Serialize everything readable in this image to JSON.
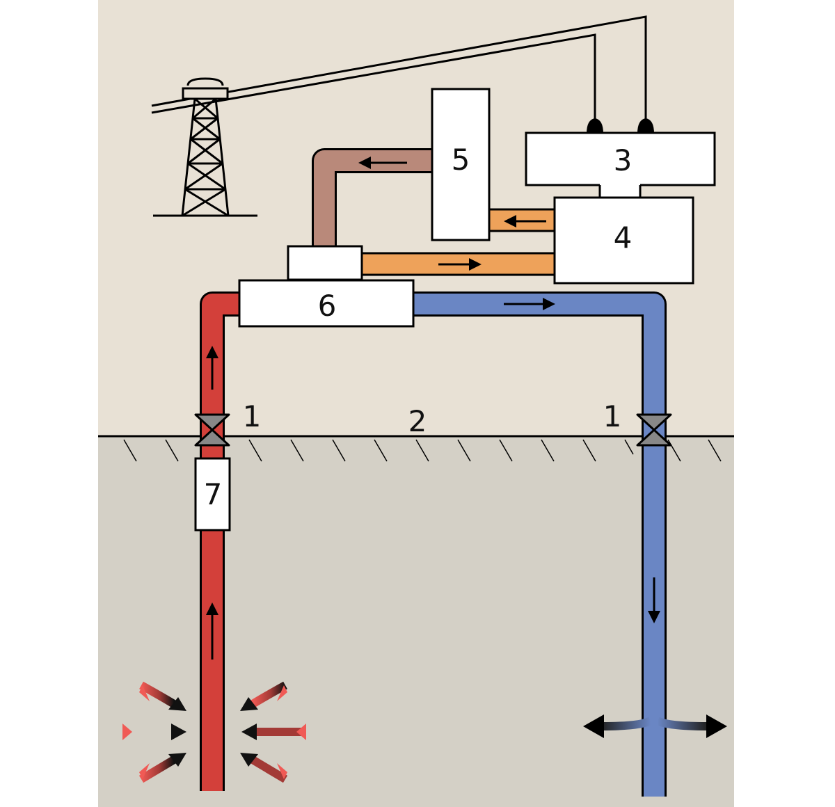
{
  "diagram": {
    "labels": {
      "wellhead_valve": "1",
      "ground": "2",
      "generator": "3",
      "turbine": "4",
      "condenser": "5",
      "heat_exchanger": "6",
      "pump": "7"
    },
    "colors": {
      "sky": "#e8e1d5",
      "ground": "#d4d0c6",
      "hot_brine": "#d3403a",
      "cold_brine": "#6a86c4",
      "working_fluid_hot": "#eea25a",
      "working_fluid_cool": "#b9897a",
      "valve": "#888888"
    },
    "icons": [
      "transmission-tower-icon",
      "valve-icon",
      "flow-arrow-icon",
      "heat-inflow-arrow-icon",
      "outflow-arrow-icon"
    ]
  }
}
